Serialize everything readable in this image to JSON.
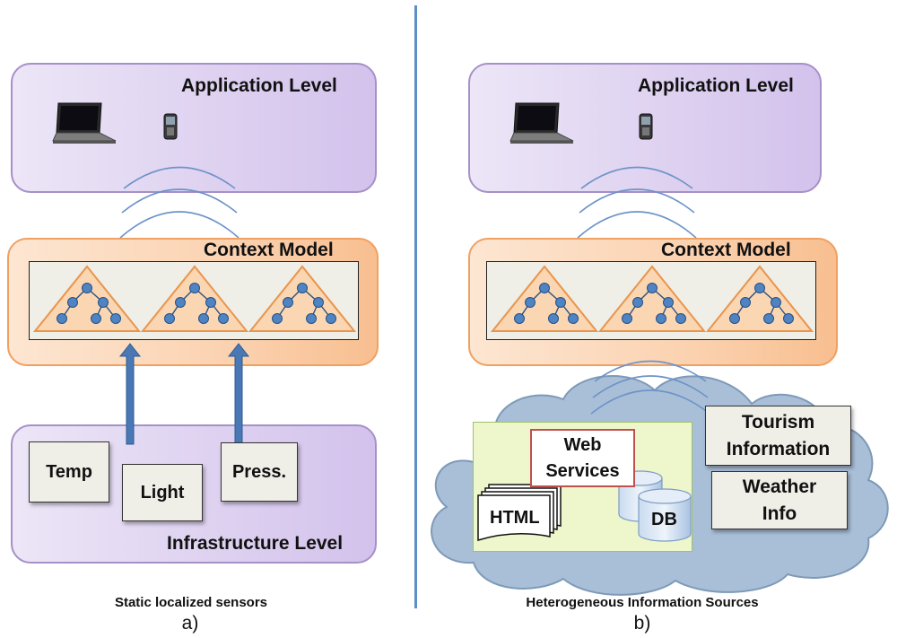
{
  "panel_a": {
    "application_title": "Application Level",
    "context_title": "Context Model",
    "infrastructure_title": "Infrastructure Level",
    "sensors": [
      "Temp",
      "Light",
      "Press."
    ],
    "caption": "Static localized sensors",
    "sublabel": "a)"
  },
  "panel_b": {
    "application_title": "Application Level",
    "context_title": "Context Model",
    "web_services_line1": "Web",
    "web_services_line2": "Services",
    "html_label": "HTML",
    "db_label": "DB",
    "tourism_line1": "Tourism",
    "tourism_line2": "Information",
    "weather_line1": "Weather",
    "weather_line2": "Info",
    "caption": "Heterogeneous Information Sources",
    "sublabel": "b)"
  },
  "colors": {
    "divider": "#5b8fc6",
    "purple_layer": "#ddd0f0",
    "orange_layer": "#fbd2b0",
    "cloud": "#a9bfd8",
    "green_panel": "#eef6cc",
    "arrow": "#4a78b5",
    "wireless": "#6e93c8"
  }
}
